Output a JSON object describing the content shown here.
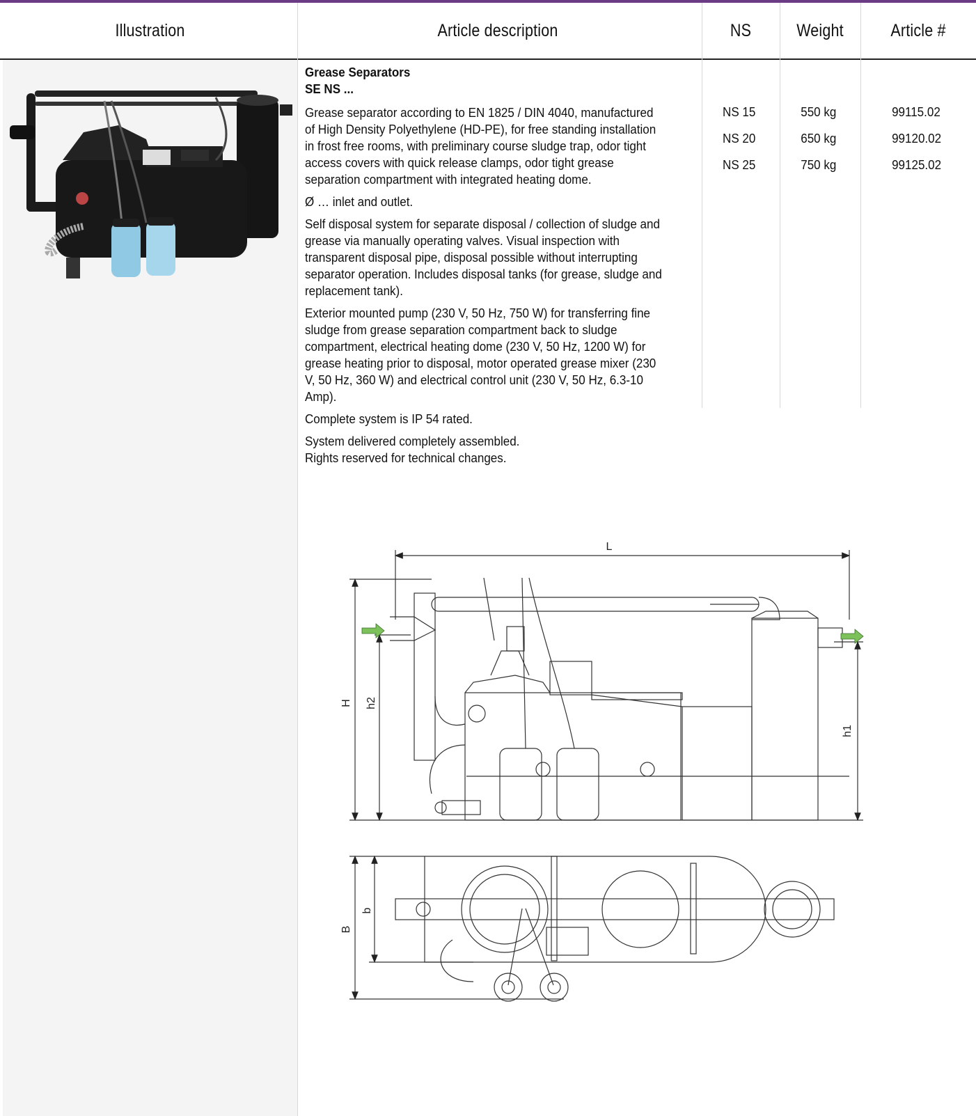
{
  "header": {
    "illustration": "Illustration",
    "description": "Article description",
    "ns": "NS",
    "weight": "Weight",
    "article": "Article #"
  },
  "product": {
    "title_line1": "Grease Separators",
    "title_line2": "SE NS ...",
    "paragraphs": [
      "Grease separator according to EN 1825 / DIN 4040, manufactured of High Density Polyethylene (HD-PE), for free standing installation in frost free rooms, with preliminary course sludge trap, odor tight access covers with quick release clamps, odor tight grease separation compartment with integrated heating dome.",
      "Ø … inlet and outlet.",
      "Self disposal system for separate disposal / collection of sludge and grease via manually operating valves. Visual inspection with transparent disposal pipe, disposal possible without interrupting separator operation. Includes disposal tanks (for grease, sludge and replacement tank).",
      "Exterior mounted pump (230 V, 50 Hz, 750 W) for transferring fine sludge from grease separation compartment back to sludge compartment, electrical heating dome (230 V, 50 Hz, 1200 W) for grease heating prior to disposal, motor operated grease mixer (230 V, 50 Hz, 360 W) and electrical control unit (230 V, 50 Hz, 6.3-10 Amp).",
      "Complete system is IP 54 rated.",
      "System delivered completely assembled.",
      "Rights reserved for technical changes."
    ]
  },
  "rows": [
    {
      "ns": "NS 15",
      "weight": "550 kg",
      "article": "99115.02"
    },
    {
      "ns": "NS 20",
      "weight": "650 kg",
      "article": "99120.02"
    },
    {
      "ns": "NS 25",
      "weight": "750 kg",
      "article": "99125.02"
    }
  ],
  "drawing_labels": {
    "L": "L",
    "H": "H",
    "h2": "h2",
    "h1": "h1",
    "B": "B",
    "b": "b"
  },
  "colors": {
    "accent": "#6b3b86",
    "arrow": "#7cc15a",
    "panel": "#f4f4f4"
  }
}
